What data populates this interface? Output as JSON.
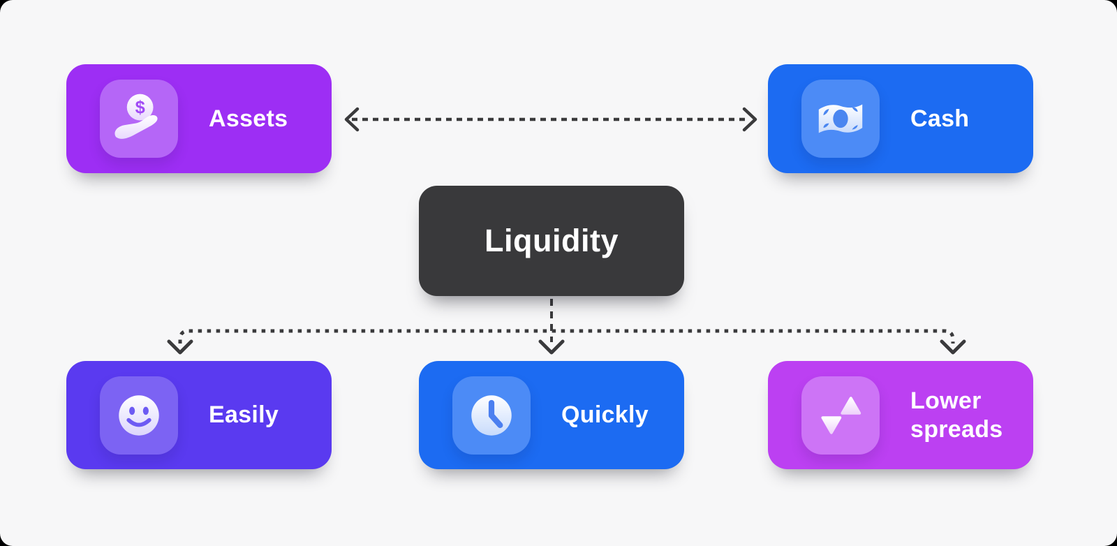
{
  "canvas": {
    "background": "#F7F7F8",
    "outer_background": "#000000",
    "connector_color": "#3A3A3C"
  },
  "nodes": {
    "liquidity": {
      "label": "Liquidity",
      "background": "#39393B",
      "text_color": "#FFFFFF"
    },
    "assets": {
      "label": "Assets",
      "icon": "hand-coin-icon",
      "background": "#9D2EF4",
      "tile_background": "#B566F7",
      "text_color": "#FFFFFF"
    },
    "cash": {
      "label": "Cash",
      "icon": "banknote-icon",
      "background": "#1C6BF2",
      "tile_background": "#4C8BF6",
      "text_color": "#FFFFFF"
    },
    "easily": {
      "label": "Easily",
      "icon": "smiley-face-icon",
      "background": "#5A3AF0",
      "tile_background": "#7C63F3",
      "text_color": "#FFFFFF"
    },
    "quickly": {
      "label": "Quickly",
      "icon": "clock-icon",
      "background": "#1C6BF2",
      "tile_background": "#4C8BF6",
      "text_color": "#FFFFFF"
    },
    "lower_spreads": {
      "label": "Lower spreads",
      "icon": "up-down-arrows-icon",
      "background": "#BC40F2",
      "tile_background": "#CD74F6",
      "text_color": "#FFFFFF"
    }
  },
  "connections": [
    {
      "type": "dashed-double-arrow",
      "between": [
        "Assets",
        "Cash"
      ]
    },
    {
      "type": "dashed-branch-arrow",
      "from": "Liquidity",
      "to": [
        "Easily",
        "Quickly",
        "Lower spreads"
      ]
    }
  ]
}
